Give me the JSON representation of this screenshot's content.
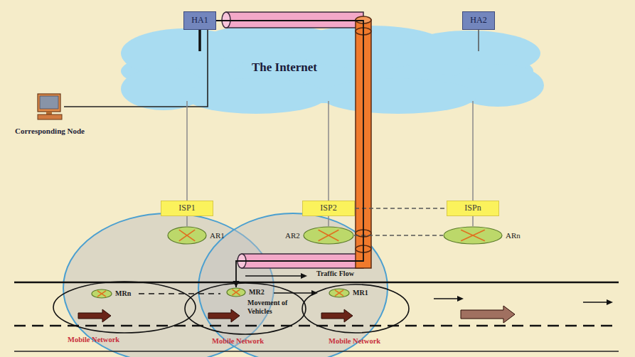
{
  "diagram": {
    "nodes": [
      {
        "text": [
          "HA1"
        ]
      },
      {
        "text": [
          "HA2"
        ]
      },
      {
        "text": [
          "Corresponding Node"
        ]
      },
      {
        "text": [
          "The Internet"
        ]
      },
      {
        "text": [
          "ISP1"
        ]
      },
      {
        "text": [
          "ISP2"
        ]
      },
      {
        "text": [
          "ISPn"
        ]
      },
      {
        "text": [
          "AR1"
        ]
      },
      {
        "text": [
          "AR2"
        ]
      },
      {
        "text": [
          "ARn"
        ]
      },
      {
        "text": [
          "MRn"
        ]
      },
      {
        "text": [
          "MR2"
        ]
      },
      {
        "text": [
          "MR1"
        ]
      }
    ],
    "edges": [
      {
        "from": 2,
        "to": 0,
        "arrow": "none"
      },
      {
        "from": 0,
        "to": 3,
        "arrow": "none"
      },
      {
        "from": 1,
        "to": 3,
        "arrow": "none"
      },
      {
        "from": 4,
        "to": 3,
        "arrow": "none"
      },
      {
        "from": 5,
        "to": 3,
        "arrow": "none"
      },
      {
        "from": 6,
        "to": 3,
        "arrow": "none"
      },
      {
        "from": 4,
        "to": 7,
        "arrow": "none"
      },
      {
        "from": 5,
        "to": 8,
        "arrow": "none"
      },
      {
        "from": 6,
        "to": 9,
        "arrow": "none"
      },
      {
        "from": 5,
        "to": 6,
        "arrow": "none"
      },
      {
        "from": 8,
        "to": 9,
        "arrow": "none"
      },
      {
        "from": 0,
        "to": 11,
        "arrow": "to"
      }
    ],
    "labels": [
      "Traffic Flow",
      "Movement of Vehicles",
      "Mobile Network",
      "Mobile Network",
      "Mobile Network"
    ]
  }
}
